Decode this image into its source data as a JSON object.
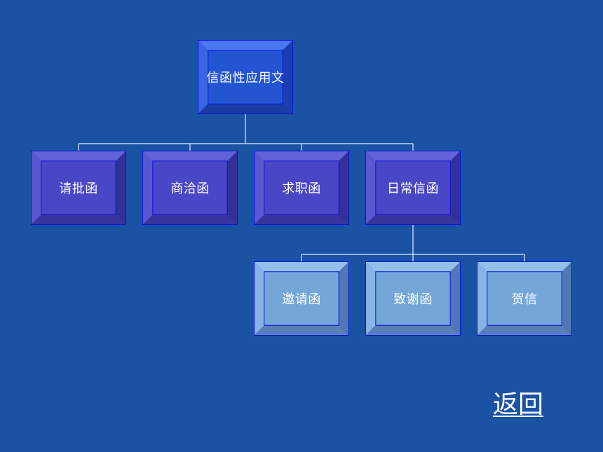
{
  "diagram": {
    "root": {
      "label": "信函性应用文",
      "fill": "#2355d2",
      "light": "#3e6ef0",
      "dark": "#1a3aa8"
    },
    "level1": [
      {
        "label": "请批函",
        "fill": "#4a47c6"
      },
      {
        "label": "商洽函",
        "fill": "#4a47c6"
      },
      {
        "label": "求职函",
        "fill": "#4a47c6"
      },
      {
        "label": "日常信函",
        "fill": "#4a47c6"
      }
    ],
    "level2": [
      {
        "label": "邀请函",
        "fill": "#74a6d8"
      },
      {
        "label": "致谢函",
        "fill": "#74a6d8"
      },
      {
        "label": "贺信",
        "fill": "#74a6d8"
      }
    ],
    "connector_color": "#e8eefc"
  },
  "nav": {
    "back_label": "返回"
  }
}
